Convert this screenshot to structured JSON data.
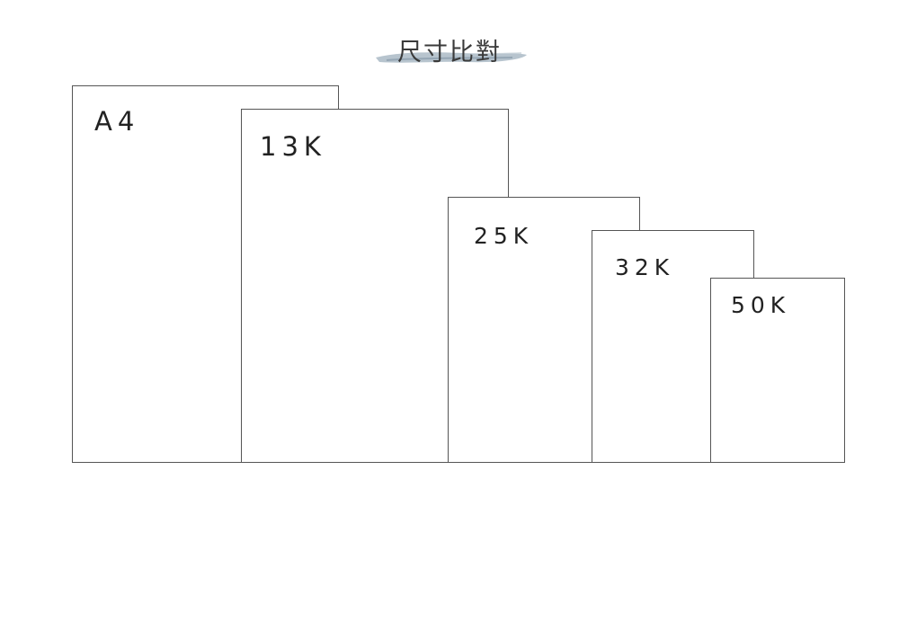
{
  "title": "尺寸比對",
  "sheets": [
    {
      "label": "A4"
    },
    {
      "label": "13K"
    },
    {
      "label": "25K"
    },
    {
      "label": "32K"
    },
    {
      "label": "50K"
    }
  ]
}
